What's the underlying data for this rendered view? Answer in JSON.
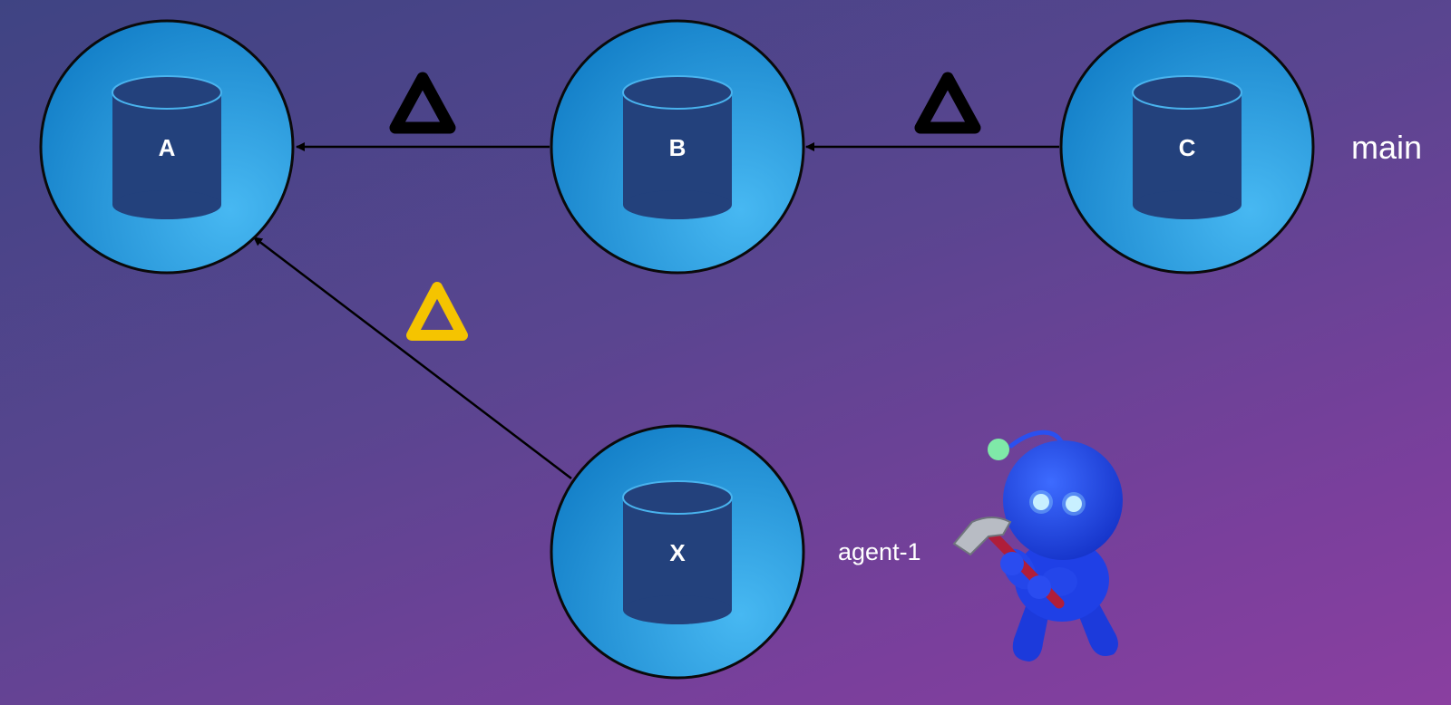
{
  "nodes": {
    "a": {
      "label": "A"
    },
    "b": {
      "label": "B"
    },
    "c": {
      "label": "C"
    },
    "x": {
      "label": "X"
    }
  },
  "deltas": {
    "ab": "Δ",
    "bc": "Δ",
    "xa": "Δ"
  },
  "branch_label": "main",
  "agent_label": "agent-1",
  "colors": {
    "node_fill": "#2a9ee0",
    "db_fill": "#23417c",
    "delta_main": "#000000",
    "delta_agent": "#f5c400",
    "accent_light": "#7fe9a8",
    "agent_body": "#1e3fe0"
  }
}
